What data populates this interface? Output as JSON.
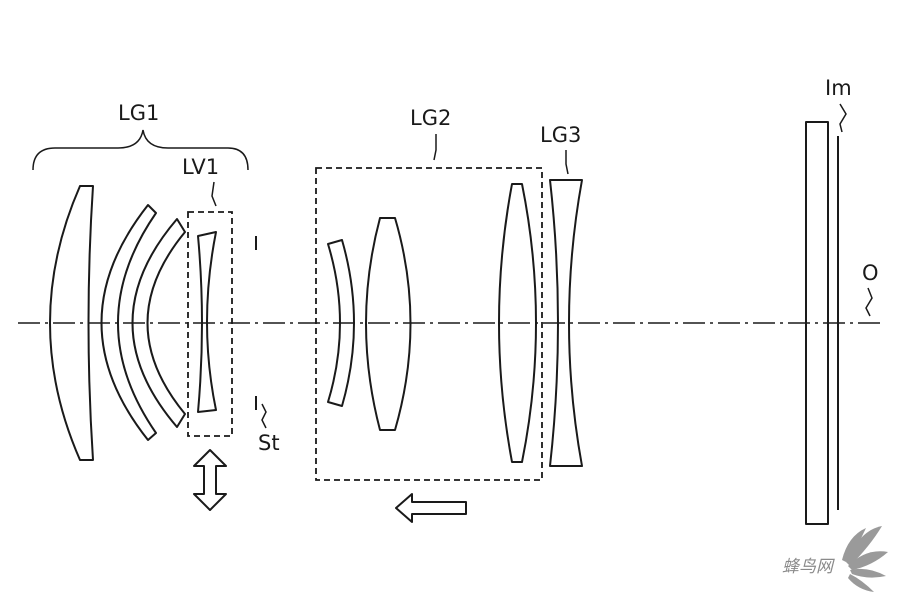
{
  "labels": {
    "lg1": "LG1",
    "lv1": "LV1",
    "lg2": "LG2",
    "lg3": "LG3",
    "stop": "St",
    "image_plane": "Im",
    "axis": "O"
  },
  "watermark": {
    "text": "蜂鸟网",
    "icon": "fan-logo-icon"
  },
  "colors": {
    "ink": "#1a1a1a",
    "watermark": "#8a8a8a"
  }
}
